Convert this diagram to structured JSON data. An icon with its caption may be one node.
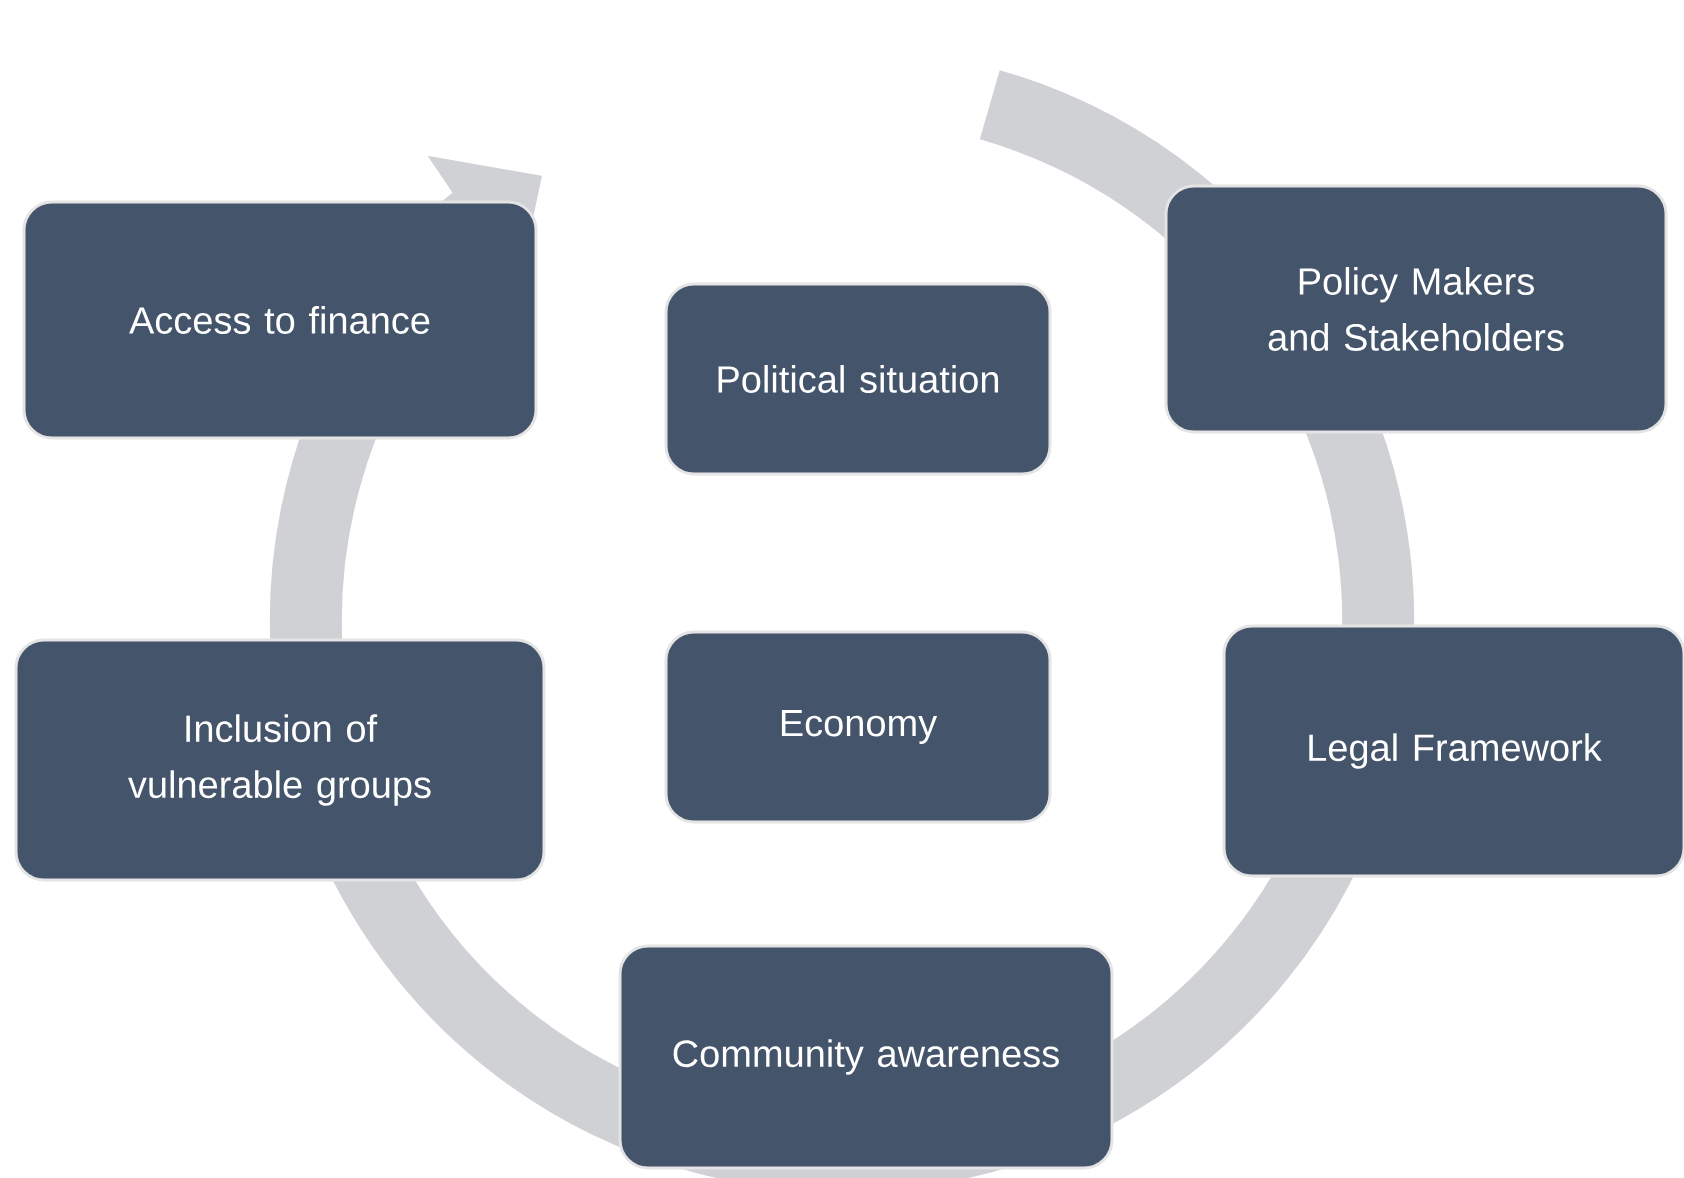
{
  "diagram": {
    "nodes": [
      {
        "text": [
          "Access to finance"
        ]
      },
      {
        "text": [
          "Political situation"
        ]
      },
      {
        "text": [
          "Policy Makers and Stakeholders"
        ]
      },
      {
        "text": [
          "Inclusion of vulnerable groups"
        ]
      },
      {
        "text": [
          "Economy"
        ]
      },
      {
        "text": [
          "Legal Framework"
        ]
      },
      {
        "text": [
          "Community awareness"
        ]
      }
    ]
  }
}
